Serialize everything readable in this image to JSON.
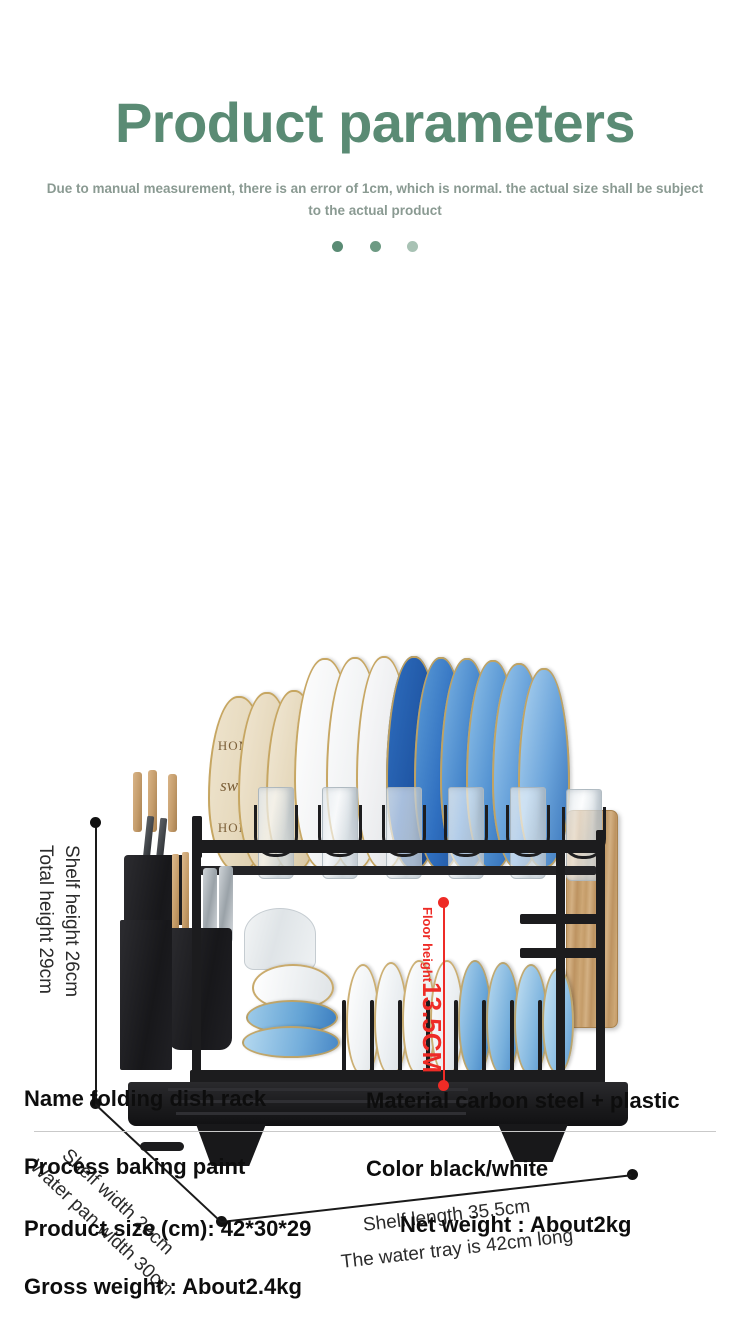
{
  "header": {
    "title": "Product parameters",
    "subtitle": "Due to manual measurement, there is an error of 1cm, which is normal. the actual size shall be subject to the actual product",
    "dots_count": 3,
    "title_color": "#5a8b74",
    "subtitle_color": "#8a9a92"
  },
  "diagram": {
    "dimensions": {
      "shelf_height": "Shelf height 26cm",
      "total_height": "Total height 29cm",
      "shelf_width": "Shelf width 29cm",
      "water_pan_width": "Water pan width 30cm",
      "shelf_length": "Shelf length 35.5cm",
      "water_tray_length": "The water tray is 42cm long"
    },
    "floor_height": {
      "label": "Floor height",
      "value": "13.5",
      "unit": "CM",
      "color": "#ee2b26"
    },
    "plate_text": {
      "line1": "HOME",
      "line2": "sweet",
      "line3": "HOME"
    },
    "line_color": "#1a1a1a"
  },
  "specs": {
    "rows": [
      {
        "left": "Name folding dish rack",
        "right": "Material carbon steel + plastic"
      },
      {
        "left": "Process baking paint",
        "right": "Color black/white"
      },
      {
        "left": "Product size (cm): 42*30*29",
        "right": "Net weight : About2kg"
      },
      {
        "left": "Gross weight : About2.4kg",
        "right": ""
      }
    ]
  }
}
